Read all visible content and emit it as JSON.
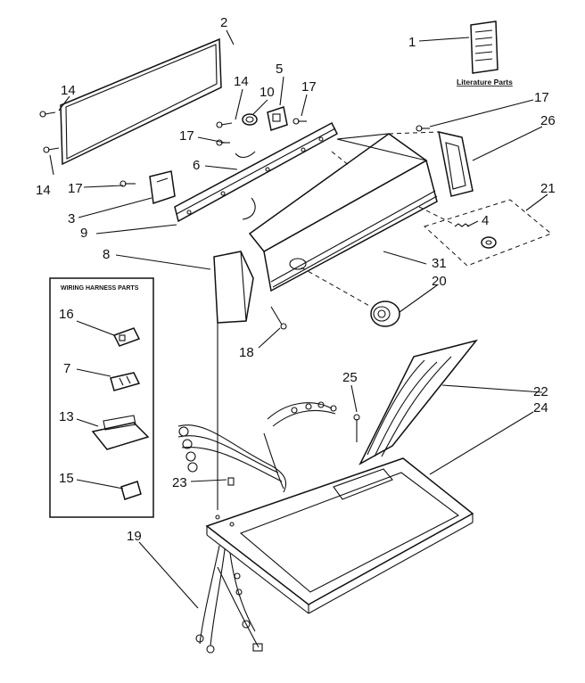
{
  "labels": {
    "l1": "1",
    "l2": "2",
    "l3": "3",
    "l4": "4",
    "l5": "5",
    "l6": "6",
    "l7": "7",
    "l8": "8",
    "l9": "9",
    "l10": "10",
    "l13": "13",
    "l14a": "14",
    "l14b": "14",
    "l14c": "14",
    "l15": "15",
    "l16": "16",
    "l17a": "17",
    "l17b": "17",
    "l17c": "17",
    "l17d": "17",
    "l18": "18",
    "l19": "19",
    "l20": "20",
    "l21": "21",
    "l22": "22",
    "l23": "23",
    "l24": "24",
    "l25": "25",
    "l26": "26",
    "l31": "31"
  },
  "captions": {
    "literature_parts": "Literature Parts",
    "wiring_harness_parts": "WIRING HARNESS PARTS"
  }
}
